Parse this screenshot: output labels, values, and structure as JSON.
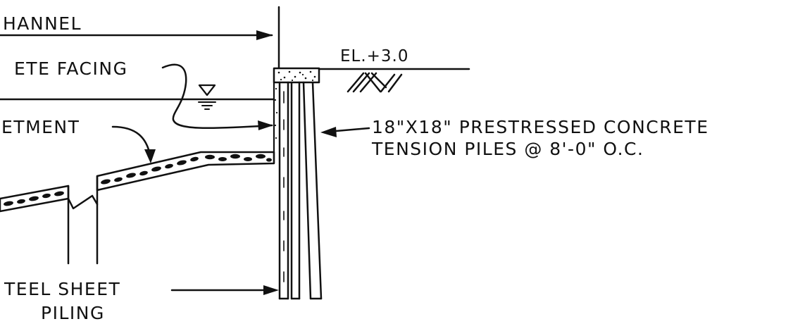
{
  "labels": {
    "channel": "HANNEL",
    "facing": "ETE FACING",
    "revetment": "ETMENT",
    "elevation": "EL.+3.0",
    "piles_line1": "18\"X18\" PRESTRESSED CONCRETE",
    "piles_line2": "TENSION PILES @ 8'-0\" O.C.",
    "sheet_line1": "TEEL SHEET",
    "sheet_line2": "PILING"
  },
  "colors": {
    "ink": "#111111",
    "background": "#ffffff"
  },
  "symbols": [
    "water-surface-triangle-icon",
    "earth-hatch-icon",
    "break-line-icon"
  ]
}
